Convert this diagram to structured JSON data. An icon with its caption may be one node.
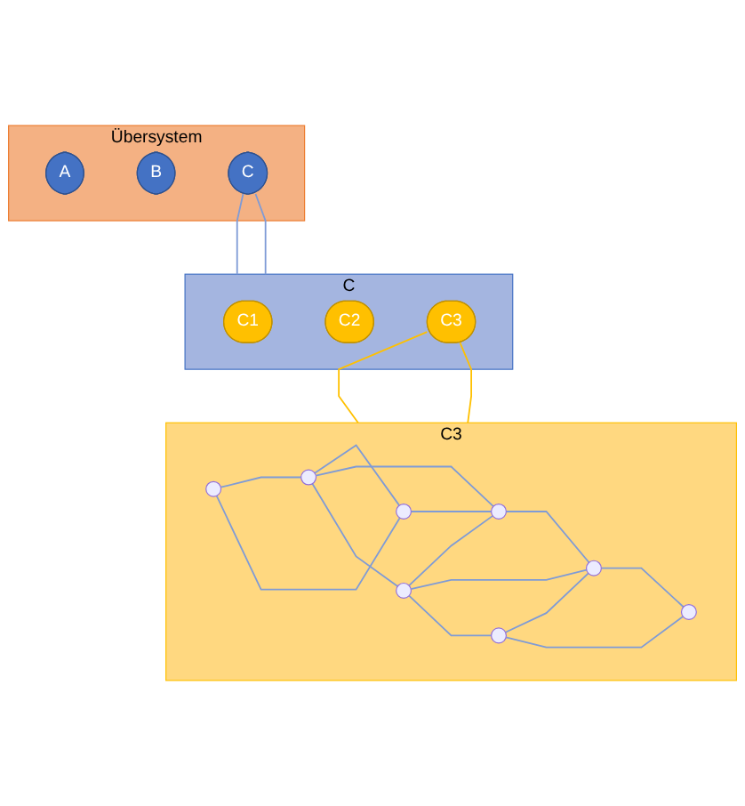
{
  "diagram": {
    "nodes": [
      {
        "text": [
          "Übersystem"
        ]
      },
      {
        "text": [
          "A"
        ],
        "in": 0
      },
      {
        "text": [
          "B"
        ],
        "in": 0
      },
      {
        "text": [
          "C"
        ],
        "in": 0
      },
      {
        "text": [
          "C"
        ]
      },
      {
        "text": [
          "C1"
        ],
        "in": 4
      },
      {
        "text": [
          "C2"
        ],
        "in": 4
      },
      {
        "text": [
          "C3"
        ],
        "in": 4
      },
      {
        "text": [
          "C3"
        ]
      },
      {
        "text": [],
        "shape": "circle",
        "in": 8
      },
      {
        "text": [],
        "shape": "circle",
        "in": 8
      },
      {
        "text": [],
        "shape": "circle",
        "in": 8
      },
      {
        "text": [],
        "shape": "circle",
        "in": 8
      },
      {
        "text": [],
        "shape": "circle",
        "in": 8
      },
      {
        "text": [],
        "shape": "circle",
        "in": 8
      },
      {
        "text": [],
        "shape": "circle",
        "in": 8
      },
      {
        "text": [],
        "shape": "circle",
        "in": 8
      }
    ],
    "edges": [
      {
        "from": 3,
        "to": 4,
        "arrow": "none"
      },
      {
        "from": 3,
        "to": 4,
        "arrow": "none"
      },
      {
        "from": 7,
        "to": 8,
        "arrow": "none",
        "color": "#ffc000"
      },
      {
        "from": 7,
        "to": 8,
        "arrow": "none",
        "color": "#ffc000"
      },
      {
        "from": 9,
        "to": 11,
        "arrow": "none"
      },
      {
        "from": 9,
        "to": 10,
        "arrow": "none"
      },
      {
        "from": 11,
        "to": 10,
        "arrow": "none"
      },
      {
        "from": 11,
        "to": 12,
        "arrow": "none"
      },
      {
        "from": 11,
        "to": 13,
        "arrow": "none"
      },
      {
        "from": 13,
        "to": 12,
        "arrow": "none"
      },
      {
        "from": 10,
        "to": 12,
        "arrow": "none"
      },
      {
        "from": 12,
        "to": 14,
        "arrow": "none"
      },
      {
        "from": 13,
        "to": 14,
        "arrow": "none"
      },
      {
        "from": 13,
        "to": 15,
        "arrow": "none"
      },
      {
        "from": 15,
        "to": 14,
        "arrow": "none"
      },
      {
        "from": 15,
        "to": 16,
        "arrow": "none"
      },
      {
        "from": 14,
        "to": 16,
        "arrow": "none"
      }
    ]
  }
}
